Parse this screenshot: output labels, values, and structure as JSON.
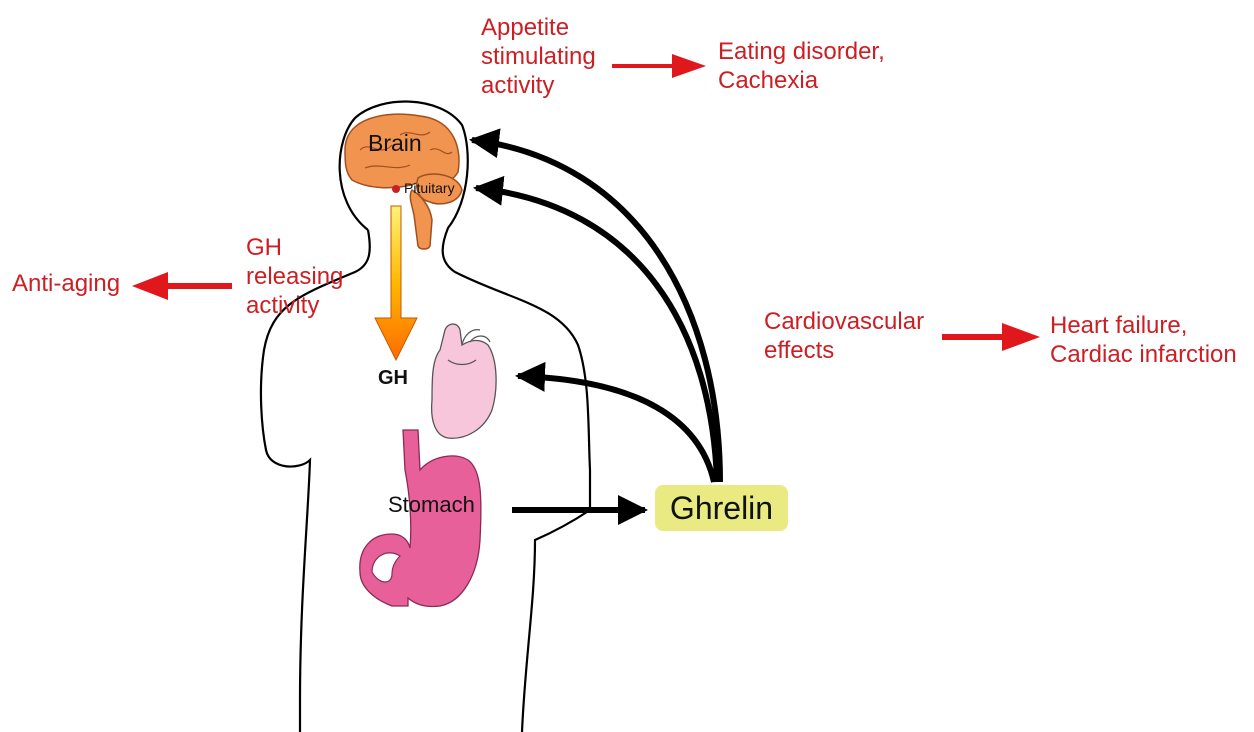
{
  "organs": {
    "brain": "Brain",
    "pituitary": "Pituitary",
    "gh": "GH",
    "stomach": "Stomach"
  },
  "hormone": "Ghrelin",
  "effects": {
    "appetite": [
      "Appetite",
      "stimulating",
      "activity"
    ],
    "eating": [
      "Eating disorder,",
      "Cachexia"
    ],
    "gh_release": [
      "GH",
      "releasing",
      "activity"
    ],
    "anti_aging": "Anti-aging",
    "cardio": [
      "Cardiovascular",
      "effects"
    ],
    "heart": [
      "Heart failure,",
      "Cardiac infarction"
    ]
  },
  "colors": {
    "effect_text": "#cc1f24",
    "arrow_red": "#e0181c",
    "brain": "#f0944f",
    "heart": "#f7c6db",
    "stomach": "#e8609a",
    "ghrelin_box": "#e9eb82"
  }
}
